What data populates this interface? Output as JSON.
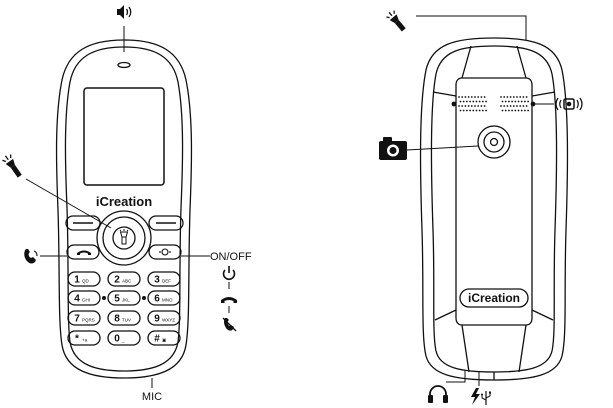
{
  "brand": "iCreation",
  "labels": {
    "power": "ON/OFF",
    "mic": "MIC"
  },
  "icons": {
    "speaker": "speaker-icon",
    "flashlight": "flashlight-icon",
    "call": "call-icon",
    "camera": "camera-icon",
    "loudspeaker": "loudspeaker-icon",
    "headphone": "headphone-icon",
    "charging": "charging-usb-icon",
    "power": "power-icon",
    "end_call": "end-call-icon",
    "mute": "mute-icon"
  },
  "keypad": [
    {
      "digit": "1",
      "letters": "QD"
    },
    {
      "digit": "2",
      "letters": "ABC"
    },
    {
      "digit": "3",
      "letters": "DEF"
    },
    {
      "digit": "4",
      "letters": "GHI"
    },
    {
      "digit": "5",
      "letters": "JKL"
    },
    {
      "digit": "6",
      "letters": "MNO"
    },
    {
      "digit": "7",
      "letters": "PQRS"
    },
    {
      "digit": "8",
      "letters": "TUV"
    },
    {
      "digit": "9",
      "letters": "WXYZ"
    },
    {
      "digit": "*",
      "letters": "+a"
    },
    {
      "digit": "0",
      "letters": "_"
    },
    {
      "digit": "#",
      "letters": "▣"
    }
  ]
}
